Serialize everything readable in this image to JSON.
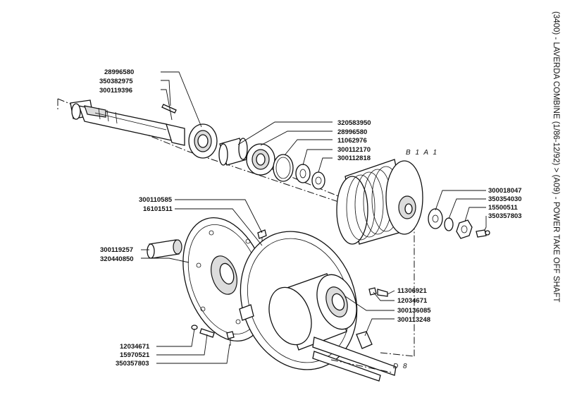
{
  "title": "(3400) - LAVERDA COMBINE (1/86-12/92) > (A09) - POWER TAKE OFF SHAFT",
  "references": {
    "upper": "B 1 A 1",
    "lower": "D 8"
  },
  "labels": {
    "l1": "28996580",
    "l2": "350382975",
    "l3": "300119396",
    "l4": "320583950",
    "l5": "28996580",
    "l6": "11062976",
    "l7": "300112170",
    "l8": "300112818",
    "l9": "300018047",
    "l10": "350354030",
    "l11": "15500511",
    "l12": "350357803",
    "l13": "300110585",
    "l14": "16101511",
    "l15": "300119257",
    "l16": "320440850",
    "l17": "11306921",
    "l18": "12034671",
    "l19": "300136085",
    "l20": "300113248",
    "l21": "12034671",
    "l22": "15970521",
    "l23": "350357803"
  }
}
